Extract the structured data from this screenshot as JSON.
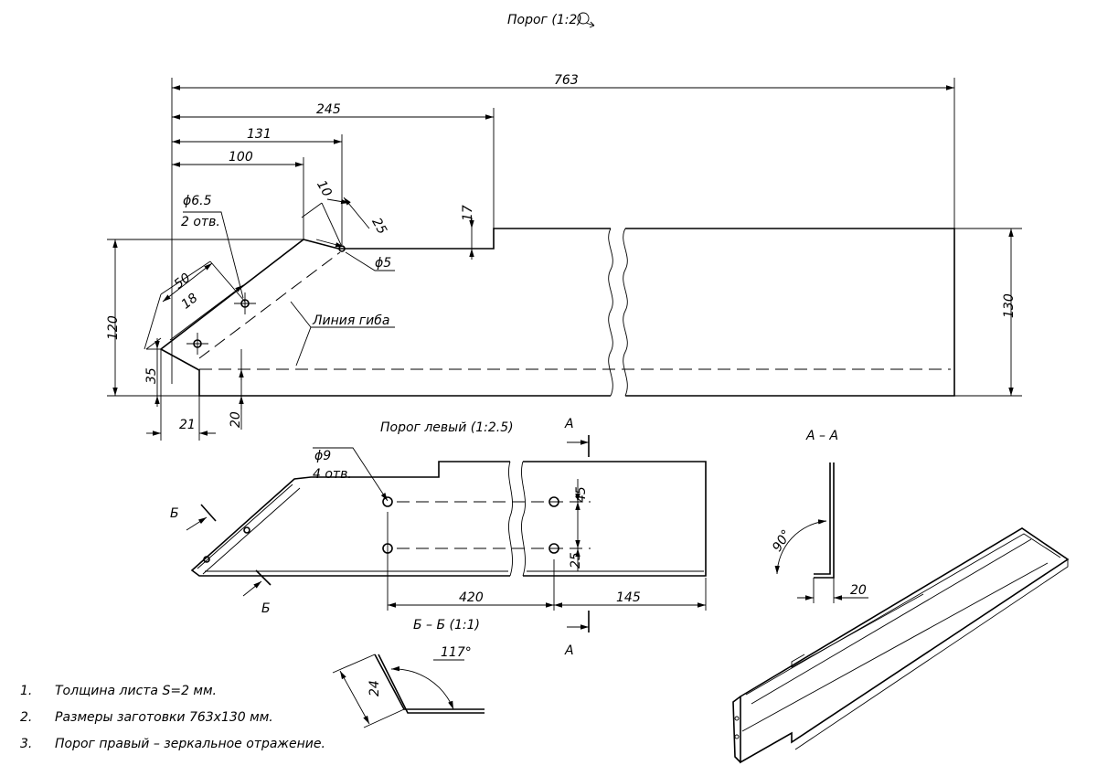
{
  "titles": {
    "main_view": "Порог (1:2)",
    "left_view": "Порог левый (1:2.5)",
    "section_aa": "А – А",
    "section_bb": "Б – Б (1:1)"
  },
  "main_view_dims": {
    "d763": "763",
    "d245": "245",
    "d131": "131",
    "d100": "100",
    "d10": "10",
    "d25": "25",
    "d17": "17",
    "hole_d65": "ϕ6.5",
    "hole_d65_qty": "2 отв.",
    "hole_d5": "ϕ5",
    "d50": "50",
    "d18": "18",
    "d120": "120",
    "d35": "35",
    "d21": "21",
    "d20": "20",
    "d130": "130",
    "bend_line": "Линия гиба"
  },
  "left_view_dims": {
    "hole_d9": "ϕ9",
    "hole_d9_qty": "4 отв.",
    "d45": "45",
    "d25": "25",
    "d420": "420",
    "d145": "145",
    "cut_a": "А",
    "cut_b": "Б"
  },
  "section_aa_dims": {
    "angle": "90°",
    "d20": "20"
  },
  "section_bb_dims": {
    "angle": "117°",
    "d24": "24"
  },
  "notes": [
    {
      "num": "1.",
      "text": "Толщина листа S=2 мм."
    },
    {
      "num": "2.",
      "text": "Размеры заготовки 763х130 мм."
    },
    {
      "num": "3.",
      "text": "Порог правый – зеркальное отражение."
    }
  ]
}
